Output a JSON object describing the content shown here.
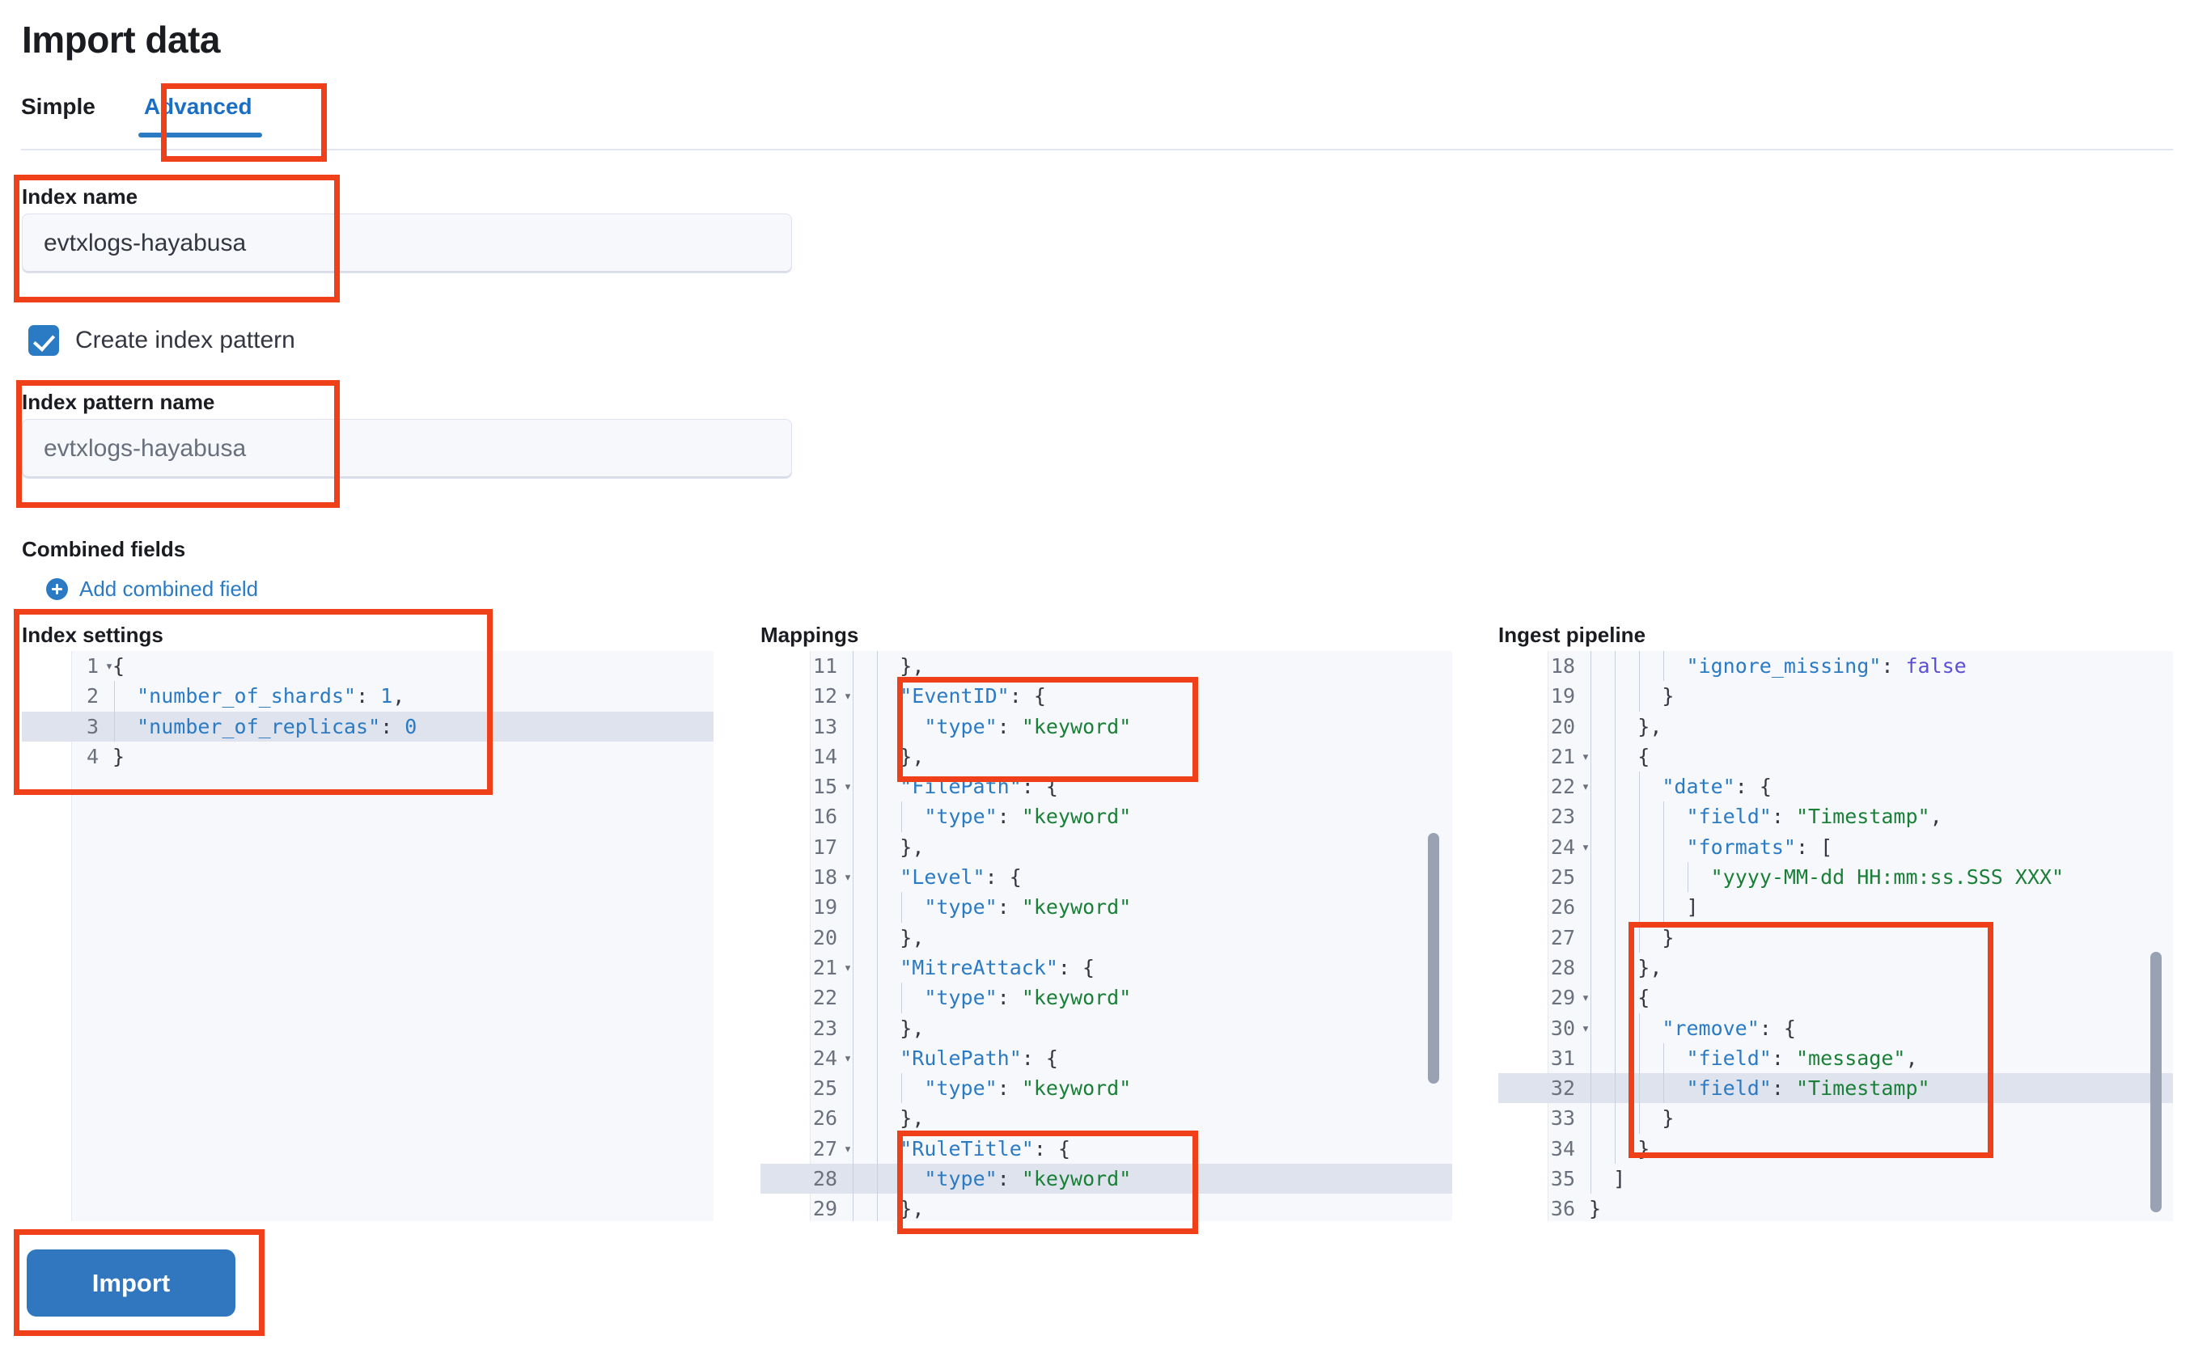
{
  "header": {
    "title": "Import data"
  },
  "tabs": [
    {
      "label": "Simple",
      "active": false
    },
    {
      "label": "Advanced",
      "active": true
    }
  ],
  "form": {
    "index_name": {
      "label": "Index name",
      "value": "evtxlogs-hayabusa"
    },
    "create_index_pattern": {
      "label": "Create index pattern",
      "checked": true
    },
    "index_pattern_name": {
      "label": "Index pattern name",
      "value": "evtxlogs-hayabusa"
    },
    "combined_fields": {
      "label": "Combined fields",
      "add_link": "Add combined field"
    }
  },
  "editors": {
    "index_settings": {
      "title": "Index settings",
      "lines": [
        {
          "n": 1,
          "fold": true,
          "text": "{"
        },
        {
          "n": 2,
          "fold": false,
          "text": "  \"number_of_shards\": 1,"
        },
        {
          "n": 3,
          "fold": false,
          "text": "  \"number_of_replicas\": 0",
          "highlight": true
        },
        {
          "n": 4,
          "fold": false,
          "text": "}"
        }
      ]
    },
    "mappings": {
      "title": "Mappings",
      "lines": [
        {
          "n": 11,
          "fold": false,
          "text": "    },"
        },
        {
          "n": 12,
          "fold": true,
          "text": "    \"EventID\": {"
        },
        {
          "n": 13,
          "fold": false,
          "text": "      \"type\": \"keyword\""
        },
        {
          "n": 14,
          "fold": false,
          "text": "    },"
        },
        {
          "n": 15,
          "fold": true,
          "text": "    \"FilePath\": {"
        },
        {
          "n": 16,
          "fold": false,
          "text": "      \"type\": \"keyword\""
        },
        {
          "n": 17,
          "fold": false,
          "text": "    },"
        },
        {
          "n": 18,
          "fold": true,
          "text": "    \"Level\": {"
        },
        {
          "n": 19,
          "fold": false,
          "text": "      \"type\": \"keyword\""
        },
        {
          "n": 20,
          "fold": false,
          "text": "    },"
        },
        {
          "n": 21,
          "fold": true,
          "text": "    \"MitreAttack\": {"
        },
        {
          "n": 22,
          "fold": false,
          "text": "      \"type\": \"keyword\""
        },
        {
          "n": 23,
          "fold": false,
          "text": "    },"
        },
        {
          "n": 24,
          "fold": true,
          "text": "    \"RulePath\": {"
        },
        {
          "n": 25,
          "fold": false,
          "text": "      \"type\": \"keyword\""
        },
        {
          "n": 26,
          "fold": false,
          "text": "    },"
        },
        {
          "n": 27,
          "fold": true,
          "text": "    \"RuleTitle\": {"
        },
        {
          "n": 28,
          "fold": false,
          "text": "      \"type\": \"keyword\"",
          "highlight": true
        },
        {
          "n": 29,
          "fold": false,
          "text": "    },"
        }
      ]
    },
    "ingest_pipeline": {
      "title": "Ingest pipeline",
      "lines": [
        {
          "n": 18,
          "fold": false,
          "text": "        \"ignore_missing\": false"
        },
        {
          "n": 19,
          "fold": false,
          "text": "      }"
        },
        {
          "n": 20,
          "fold": false,
          "text": "    },"
        },
        {
          "n": 21,
          "fold": true,
          "text": "    {"
        },
        {
          "n": 22,
          "fold": true,
          "text": "      \"date\": {"
        },
        {
          "n": 23,
          "fold": false,
          "text": "        \"field\": \"Timestamp\","
        },
        {
          "n": 24,
          "fold": true,
          "text": "        \"formats\": ["
        },
        {
          "n": 25,
          "fold": false,
          "text": "          \"yyyy-MM-dd HH:mm:ss.SSS XXX\""
        },
        {
          "n": 26,
          "fold": false,
          "text": "        ]"
        },
        {
          "n": 27,
          "fold": false,
          "text": "      }"
        },
        {
          "n": 28,
          "fold": false,
          "text": "    },"
        },
        {
          "n": 29,
          "fold": true,
          "text": "    {"
        },
        {
          "n": 30,
          "fold": true,
          "text": "      \"remove\": {"
        },
        {
          "n": 31,
          "fold": false,
          "text": "        \"field\": \"message\","
        },
        {
          "n": 32,
          "fold": false,
          "text": "        \"field\": \"Timestamp\"",
          "highlight": true
        },
        {
          "n": 33,
          "fold": false,
          "text": "      }"
        },
        {
          "n": 34,
          "fold": false,
          "text": "    }"
        },
        {
          "n": 35,
          "fold": false,
          "text": "  ]"
        },
        {
          "n": 36,
          "fold": false,
          "text": "}"
        }
      ]
    }
  },
  "footer": {
    "import_label": "Import"
  },
  "colors": {
    "accent_blue": "#2a7bc4",
    "button_blue": "#3077c0",
    "annotation_red": "#f0401a",
    "string_green": "#1a7f37",
    "bool_purple": "#5b4fd6",
    "editor_bg": "#f7f8fc",
    "line_highlight": "#dfe3ee"
  }
}
